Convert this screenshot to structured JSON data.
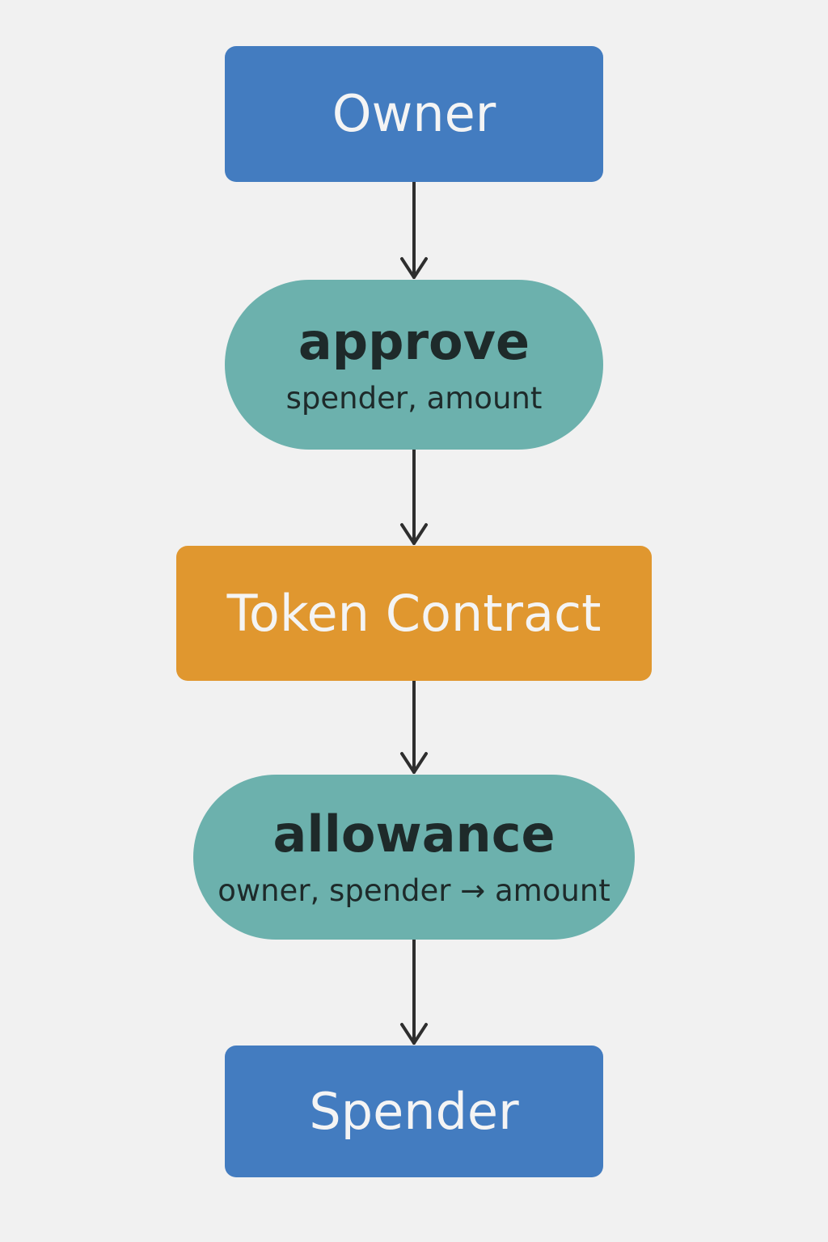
{
  "colors": {
    "background": "#f1f1f1",
    "actor_blue": "#437cc0",
    "function_teal": "#6cb1ad",
    "contract_orange": "#e0972f",
    "arrow": "#2e2e2e"
  },
  "nodes": {
    "owner": {
      "label": "Owner",
      "shape": "rectangle"
    },
    "approve": {
      "title": "approve",
      "params": "spender, amount",
      "shape": "pill"
    },
    "token_contract": {
      "label": "Token Contract",
      "shape": "rectangle"
    },
    "allowance": {
      "title": "allowance",
      "params": "owner, spender → amount",
      "shape": "pill"
    },
    "spender": {
      "label": "Spender",
      "shape": "rectangle"
    }
  },
  "edges": [
    {
      "from": "owner",
      "to": "approve"
    },
    {
      "from": "approve",
      "to": "token_contract"
    },
    {
      "from": "token_contract",
      "to": "allowance"
    },
    {
      "from": "allowance",
      "to": "spender"
    }
  ]
}
